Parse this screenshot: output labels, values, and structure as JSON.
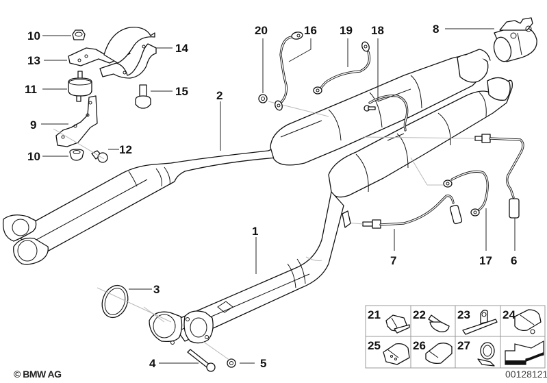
{
  "diagram": {
    "title": "Exhaust system — catalytic converter / front pipe",
    "copyright": "© BMW AG",
    "document_number": "00128121",
    "callouts": [
      {
        "id": "c1",
        "label": "1",
        "part": "front-pipe-with-catalysts"
      },
      {
        "id": "c2",
        "label": "2",
        "part": "front-pipe-with-catalysts"
      },
      {
        "id": "c3",
        "label": "3",
        "part": "gasket-ring"
      },
      {
        "id": "c4",
        "label": "4",
        "part": "bolt"
      },
      {
        "id": "c5",
        "label": "5",
        "part": "nut"
      },
      {
        "id": "c6",
        "label": "6",
        "part": "oxygen-sensor"
      },
      {
        "id": "c7",
        "label": "7",
        "part": "oxygen-sensor"
      },
      {
        "id": "c8",
        "label": "8",
        "part": "pipe-clamp"
      },
      {
        "id": "c9",
        "label": "9",
        "part": "bracket"
      },
      {
        "id": "c10a",
        "label": "10",
        "part": "nut"
      },
      {
        "id": "c10b",
        "label": "10",
        "part": "nut"
      },
      {
        "id": "c11",
        "label": "11",
        "part": "rubber-mount"
      },
      {
        "id": "c12",
        "label": "12",
        "part": "bolt"
      },
      {
        "id": "c13",
        "label": "13",
        "part": "holder"
      },
      {
        "id": "c14",
        "label": "14",
        "part": "clamp-strap"
      },
      {
        "id": "c15",
        "label": "15",
        "part": "bolt"
      },
      {
        "id": "c16",
        "label": "16",
        "part": "ground-strap"
      },
      {
        "id": "c17",
        "label": "17",
        "part": "ground-strap"
      },
      {
        "id": "c18",
        "label": "18",
        "part": "sensor-cable"
      },
      {
        "id": "c19",
        "label": "19",
        "part": "ground-strap"
      },
      {
        "id": "c20",
        "label": "20",
        "part": "nut"
      }
    ],
    "legend": {
      "cells": [
        {
          "label": "21",
          "icon": "cable-clip-icon"
        },
        {
          "label": "22",
          "icon": "cable-holder-icon"
        },
        {
          "label": "23",
          "icon": "eyelet-clip-icon"
        },
        {
          "label": "24",
          "icon": "strap-clip-icon"
        },
        {
          "label": "25",
          "icon": "cable-clamp-icon"
        },
        {
          "label": "26",
          "icon": "loop-clip-icon"
        },
        {
          "label": "27",
          "icon": "hose-clamp-icon"
        },
        {
          "label": "",
          "icon": "arrow-icon"
        }
      ]
    }
  }
}
